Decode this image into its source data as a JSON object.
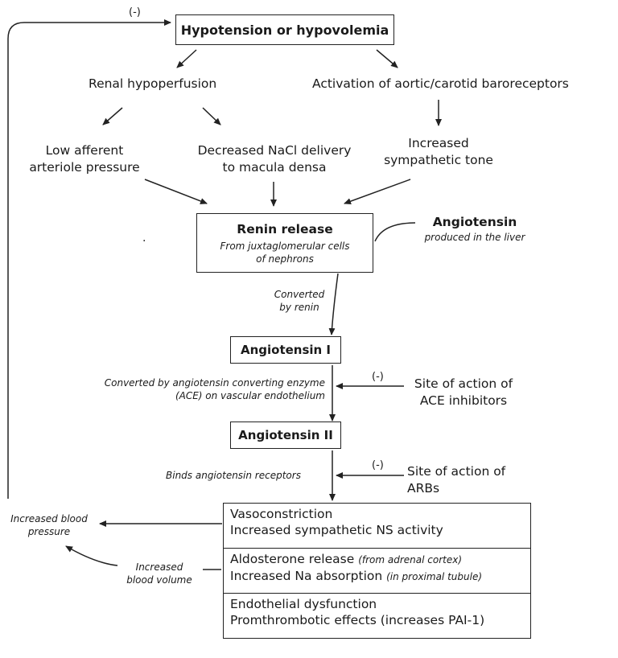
{
  "top_box": {
    "title": "Hypotension or hypovolemia"
  },
  "feedback_label": "(-)",
  "renal_hypoperfusion": "Renal hypoperfusion",
  "baroreceptors": "Activation of aortic/carotid baroreceptors",
  "low_afferent": [
    "Low afferent",
    "arteriole pressure"
  ],
  "decreased_nacl": [
    "Decreased NaCl delivery",
    "to macula densa"
  ],
  "sympathetic_tone": [
    "Increased",
    "sympathetic tone"
  ],
  "renin_box": {
    "title": "Renin release",
    "sub": [
      "From juxtaglomerular cells",
      "of nephrons"
    ]
  },
  "angiotensin": {
    "title": "Angiotensin",
    "sub": "produced in the liver"
  },
  "converted_by_renin": [
    "Converted",
    "by renin"
  ],
  "angiotensin_i": "Angiotensin I",
  "ace_conversion": [
    "Converted by angiotensin converting enzyme",
    "(ACE) on vascular endothelium"
  ],
  "ace_inhibitors": {
    "neg": "(-)",
    "lines": [
      "Site of action of",
      "ACE inhibitors"
    ]
  },
  "angiotensin_ii": "Angiotensin II",
  "binds_receptors": "Binds angiotensin receptors",
  "arbs": {
    "neg": "(-)",
    "lines": [
      "Site of action of",
      "ARBs"
    ]
  },
  "effects": {
    "vaso": {
      "line1": "Vasoconstriction",
      "line2": "Increased sympathetic NS activity"
    },
    "aldo": {
      "line1": "Aldosterone release",
      "line1_note": "(from adrenal cortex)",
      "line2": "Increased Na absorption",
      "line2_note": "(in proximal tubule)"
    },
    "endo": {
      "line1": "Endothelial dysfunction",
      "line2": "Promthrombotic effects (increases PAI-1)"
    }
  },
  "increased_bp": [
    "Increased blood",
    "pressure"
  ],
  "increased_bv": [
    "Increased",
    "blood volume"
  ],
  "stray_dot": "."
}
